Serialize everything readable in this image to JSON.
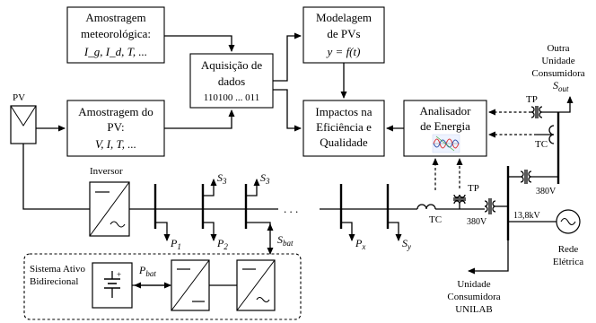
{
  "blocks": {
    "met_l1": "Amostragem",
    "met_l2": "meteorológica:",
    "met_l3": "I_g, I_d, T, ...",
    "model_l1": "Modelagem",
    "model_l2": "de PVs",
    "model_l3": "y = f(t)",
    "acq_l1": "Aquisição de",
    "acq_l2": "dados",
    "acq_l3": "110100 ... 011",
    "pvs_l1": "Amostragem do",
    "pvs_l2": "PV:",
    "pvs_l3": "V, I, T, ...",
    "imp_l1": "Impactos na",
    "imp_l2": "Eficiência e",
    "imp_l3": "Qualidade",
    "an_l1": "Analisador",
    "an_l2": "de Energia"
  },
  "labels": {
    "pv": "PV",
    "inversor": "Inversor",
    "outra_l1": "Outra",
    "outra_l2": "Unidade",
    "outra_l3": "Consumidora",
    "s_out": "S",
    "s_out_sub": "out",
    "tp_top": "TP",
    "tc_top": "TC",
    "tp_mid": "TP",
    "tc_mid": "TC",
    "v380_a": "380V",
    "v380_b": "380V",
    "v13k": "13,8kV",
    "rede_l1": "Rede",
    "rede_l2": "Elétrica",
    "unilab_l1": "Unidade",
    "unilab_l2": "Consumidora",
    "unilab_l3": "UNILAB",
    "sistema_l1": "Sistema Ativo",
    "sistema_l2": "Bidirecional",
    "dots": ". . .",
    "p1": "P",
    "p1_sub": "1",
    "p2": "P",
    "p2_sub": "2",
    "px": "P",
    "px_sub": "x",
    "s3a": "S",
    "s3a_sub": "3",
    "s3b": "S",
    "s3b_sub": "3",
    "sy": "S",
    "sy_sub": "y",
    "sbat": "S",
    "sbat_sub": "bat",
    "pbat": "P",
    "pbat_sub": "bat"
  }
}
